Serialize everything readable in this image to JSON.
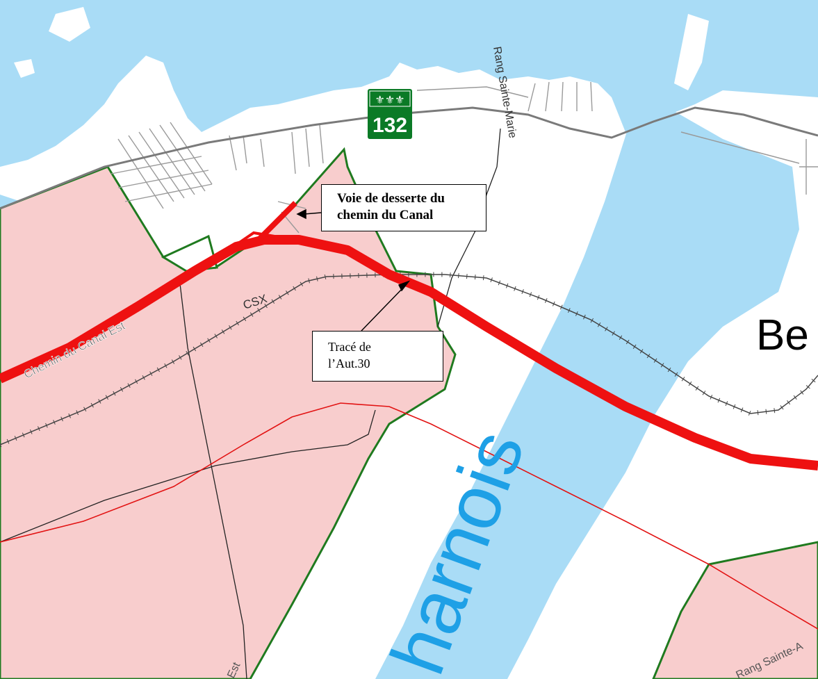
{
  "map": {
    "place_fragment": "Be",
    "water_label_fragment": "harnois",
    "road_labels": {
      "chemin_du_canal_est": "Chemin du Canal Est",
      "rang_sainte_marie": "Rang Sainte-Marie",
      "rang_sainte_bottom": "Rang Sainte-A",
      "est_bottom": "Est"
    },
    "railway_label": "CSX",
    "route_shield": {
      "number": "132"
    },
    "callouts": {
      "desserte": {
        "line1": "Voie de desserte du",
        "line2": "chemin du Canal"
      },
      "aut30": {
        "line1": "Tracé de",
        "line2": "l’Aut.30"
      }
    },
    "colors": {
      "water": "#a9dcf6",
      "land": "#ffffff",
      "zone": "#f8cdcd",
      "zone_border": "#1f7a1f",
      "highway": "#ee1111",
      "road_gray": "#7a7a7a",
      "shield_green": "#0b7a26",
      "water_text": "#1ea0e6"
    }
  }
}
